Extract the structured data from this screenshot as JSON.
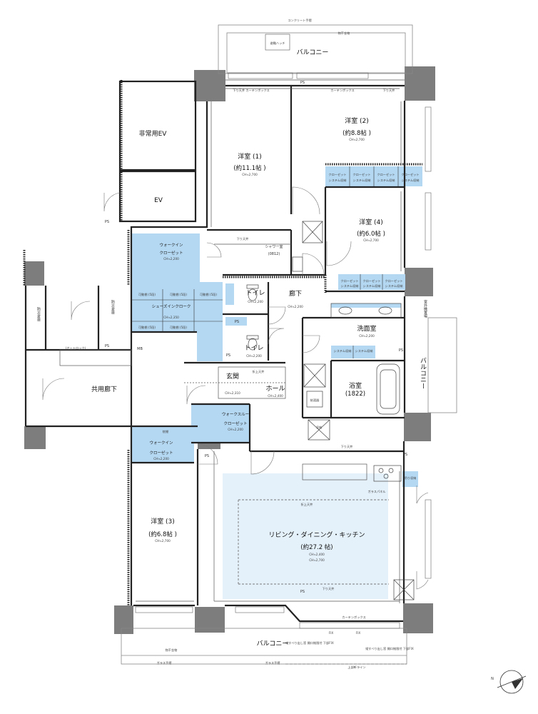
{
  "labels": {
    "concrete_rail": "コンクリート手摺",
    "balcony_top": "バルコニー",
    "evac_hatch": "避難ハッチ",
    "clothes_hardware_top": "物干金物",
    "curtain_box_top_left": "下り天井 カーテンボックス",
    "curtain_box_top_right": "カーテンボックス",
    "drop_ceiling_top_right": "下り天井",
    "ps": "PS",
    "emergency_ev": "非常用EV",
    "ev": "EV",
    "western1": "洋室 (1)",
    "western1_area": "(約11.1帖 )",
    "western1_ch": "CH≒2,700",
    "western2": "洋室 (2)",
    "western2_area": "(約8.8帖 )",
    "western2_ch": "CH≒2,700",
    "western4": "洋室 (4)",
    "western4_area": "(約6.0帖 )",
    "western4_ch": "CH≒2,700",
    "western3": "洋室 (3)",
    "western3_area": "(約6.8帖 )",
    "western3_ch": "CH≒2,700",
    "closet": "クローゼット",
    "system_storage": "システム収納",
    "walkin_top": "ウォークイン",
    "walkin_top_closet": "クローゼット",
    "walkin_ch": "CH≒2,200",
    "shoes_in_closet": "シューズインクローク",
    "shoes_ch": "CH≒2,350",
    "movable_shelf": "可動棚 (5段)",
    "shower_room": "シャワー室",
    "shower_size": "(0812)",
    "drop_ceiling": "下り天井",
    "corridor": "廊下",
    "corridor_ch": "CH≒2,200",
    "toilet1": "トイレ",
    "toilet2": "トイレ",
    "toilet_ch": "CH≒2,200",
    "wash_room": "洗面室",
    "wash_ch": "CH≒2,200",
    "bath": "浴室",
    "bath_size": "(1822)",
    "genkan": "玄関",
    "genkan_ch": "CH≒2,310",
    "hall": "ホール",
    "hall_ch": "CH≒2,400",
    "walk_through": "ウォークスルー",
    "walk_through_closet": "クローゼット",
    "walk_through_ch": "CH≒2,200",
    "walkin_lower": "ウォークイン",
    "walkin_lower_closet": "クローゼット",
    "walkin_lower_ch": "CH≒2,200",
    "shelf": "枕棚",
    "living": "リビング・ダイニング・キッチン",
    "living_area": "(約27.2 帖)",
    "living_ch1": "CH≒2,400",
    "living_ch2": "CH≒2,700",
    "raised_ceiling": "折上天井",
    "glass_panel": "ガラスパネル",
    "shared_corridor": "共用廊下",
    "mb": "MB",
    "auto_lock": "(オートロック)",
    "disaster_store1": "防災倉庫",
    "disaster_store2": "防災倉庫",
    "outdoor_unit": "室外機置場",
    "balcony_right": "バルコニー",
    "balcony_bottom": "バルコニー",
    "curtain_box_bottom": "カーテンボックス",
    "clothes_hardware_bottom": "物干金物",
    "glass_rail_left": "ガラス手摺",
    "glass_rail_right": "ガラス手摺",
    "upper_eave": "上部軒ライン",
    "fix1": "FIX",
    "fix2": "FIX",
    "window_note1": "縦すべり出し窓 開口制限付 下部FIX",
    "window_note2": "縦すべり出し窓 開口制限付 下部FIX",
    "storage_note": "収納",
    "water_heater": "給湯器",
    "kitchen_storage": "吊り収納",
    "north": "N"
  }
}
